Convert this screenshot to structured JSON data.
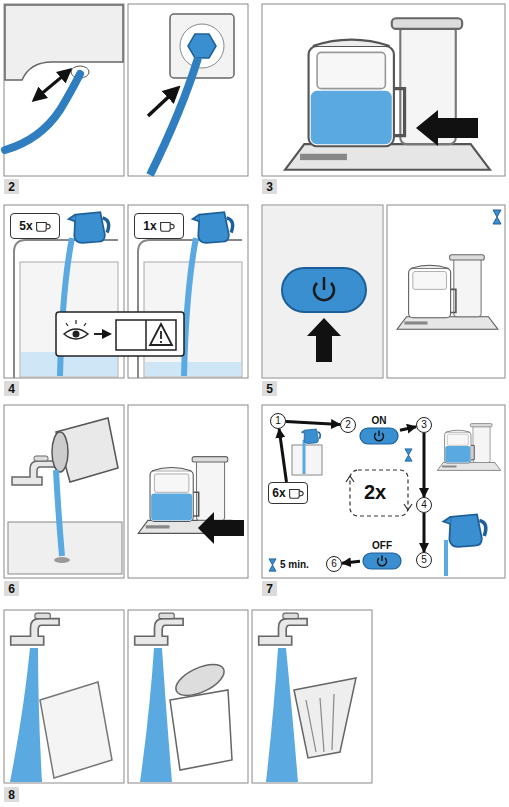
{
  "diagram": {
    "nodes": [
      {
        "text": [
          "2"
        ]
      },
      {
        "text": [
          "3"
        ]
      },
      {
        "text": [
          "4"
        ]
      },
      {
        "text": [
          "5x"
        ]
      },
      {
        "text": [
          "1x"
        ]
      },
      {
        "text": [
          "5"
        ]
      },
      {
        "text": [
          "6"
        ]
      },
      {
        "text": [
          "7"
        ]
      },
      {
        "text": [
          "1"
        ]
      },
      {
        "text": [
          "2"
        ]
      },
      {
        "text": [
          "ON"
        ]
      },
      {
        "text": [
          "3"
        ]
      },
      {
        "text": [
          "4"
        ]
      },
      {
        "text": [
          "5"
        ]
      },
      {
        "text": [
          "OFF"
        ]
      },
      {
        "text": [
          "6"
        ]
      },
      {
        "text": [
          "6x"
        ]
      },
      {
        "text": [
          "8"
        ]
      }
    ],
    "edges": [
      {
        "from": 8,
        "to": 9,
        "arrow": "to"
      },
      {
        "from": 10,
        "to": 11,
        "arrow": "to"
      },
      {
        "from": 11,
        "to": 12,
        "arrow": "to"
      },
      {
        "from": 12,
        "to": 13,
        "arrow": "to"
      },
      {
        "from": 14,
        "to": 15,
        "arrow": "to"
      },
      {
        "from": 16,
        "to": 8,
        "arrow": "to"
      }
    ],
    "labels": [
      "2x",
      "5 min."
    ]
  }
}
